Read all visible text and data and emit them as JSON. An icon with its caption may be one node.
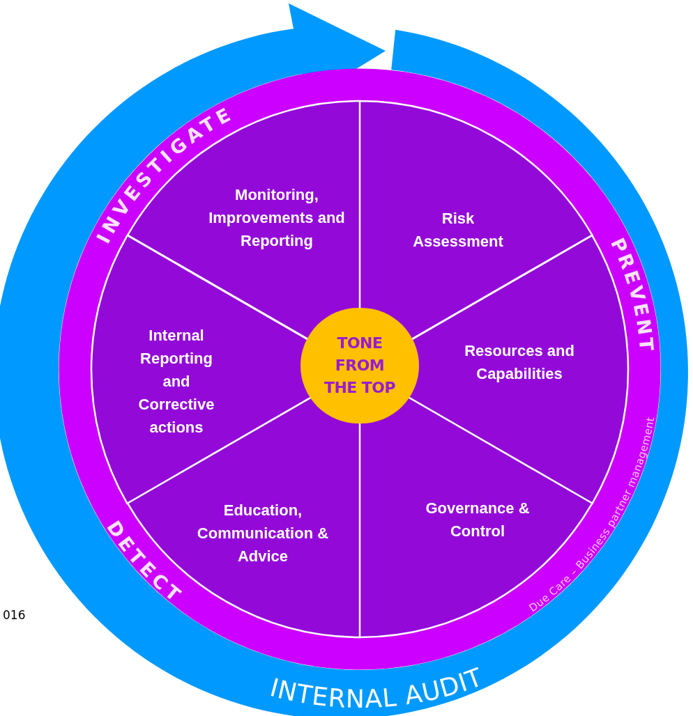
{
  "diagram": {
    "nodes": [
      {
        "text": [
          "Monitoring, Improvements and Reporting"
        ]
      },
      {
        "text": [
          "Risk Assessment"
        ]
      },
      {
        "text": [
          "Internal Reporting and Corrective actions"
        ]
      },
      {
        "text": [
          "TONE FROM THE TOP"
        ]
      },
      {
        "text": [
          "Resources and Capabilities"
        ]
      },
      {
        "text": [
          "Education, Communication & Advice"
        ]
      },
      {
        "text": [
          "Governance & Control"
        ]
      }
    ],
    "labels": [
      "INVESTIGATE",
      "PREVENT",
      "DETECT",
      "INTERNAL AUDIT",
      "Due Care – Business partner management",
      "016"
    ]
  }
}
